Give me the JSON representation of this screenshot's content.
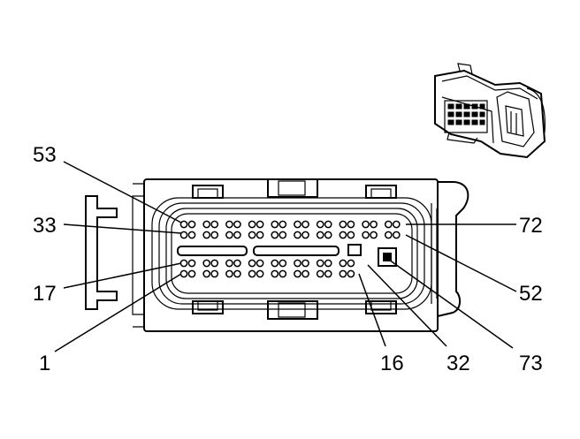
{
  "diagram": {
    "pin_labels": {
      "p53": "53",
      "p33": "33",
      "p17": "17",
      "p1": "1",
      "p72": "72",
      "p52": "52",
      "p73": "73",
      "p16": "16",
      "p32": "32"
    }
  }
}
